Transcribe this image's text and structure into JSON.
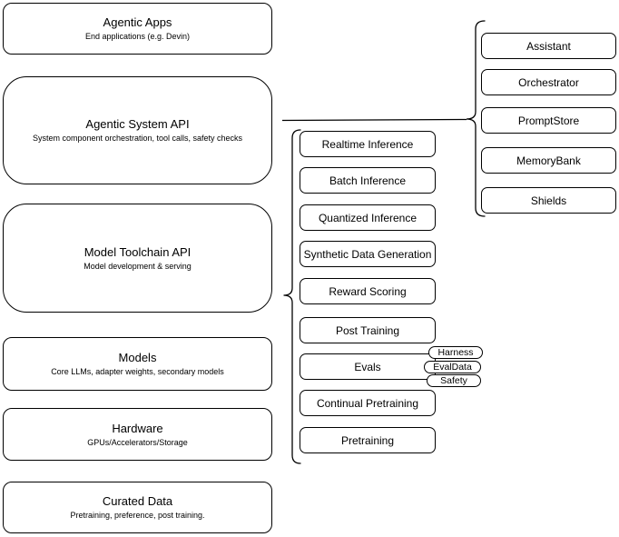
{
  "diagram": {
    "title": "Agentic system architecture diagram",
    "colors": {
      "stroke": "#000000",
      "fill": "#ffffff",
      "text": "#000000"
    },
    "left": {
      "boxes": [
        {
          "title": "Agentic Apps",
          "subtitle": "End applications (e.g. Devin)"
        },
        {
          "title": "Agentic System API",
          "subtitle": "System component orchestration, tool calls, safety checks"
        },
        {
          "title": "Model Toolchain API",
          "subtitle": "Model development & serving"
        },
        {
          "title": "Models",
          "subtitle": "Core LLMs, adapter weights, secondary models"
        },
        {
          "title": "Hardware",
          "subtitle": "GPUs/Accelerators/Storage"
        },
        {
          "title": "Curated Data",
          "subtitle": "Pretraining, preference, post training."
        }
      ]
    },
    "toolchain": {
      "boxes": [
        {
          "label": "Realtime Inference"
        },
        {
          "label": "Batch Inference"
        },
        {
          "label": "Quantized Inference"
        },
        {
          "label": "Synthetic Data Generation"
        },
        {
          "label": "Reward Scoring"
        },
        {
          "label": "Post Training"
        },
        {
          "label": "Evals"
        },
        {
          "label": "Continual Pretraining"
        },
        {
          "label": "Pretraining"
        }
      ],
      "eval_tags": [
        {
          "label": "Harness"
        },
        {
          "label": "EvalData"
        },
        {
          "label": "Safety"
        }
      ]
    },
    "system_components": {
      "boxes": [
        {
          "label": "Assistant"
        },
        {
          "label": "Orchestrator"
        },
        {
          "label": "PromptStore"
        },
        {
          "label": "MemoryBank"
        },
        {
          "label": "Shields"
        }
      ]
    }
  }
}
